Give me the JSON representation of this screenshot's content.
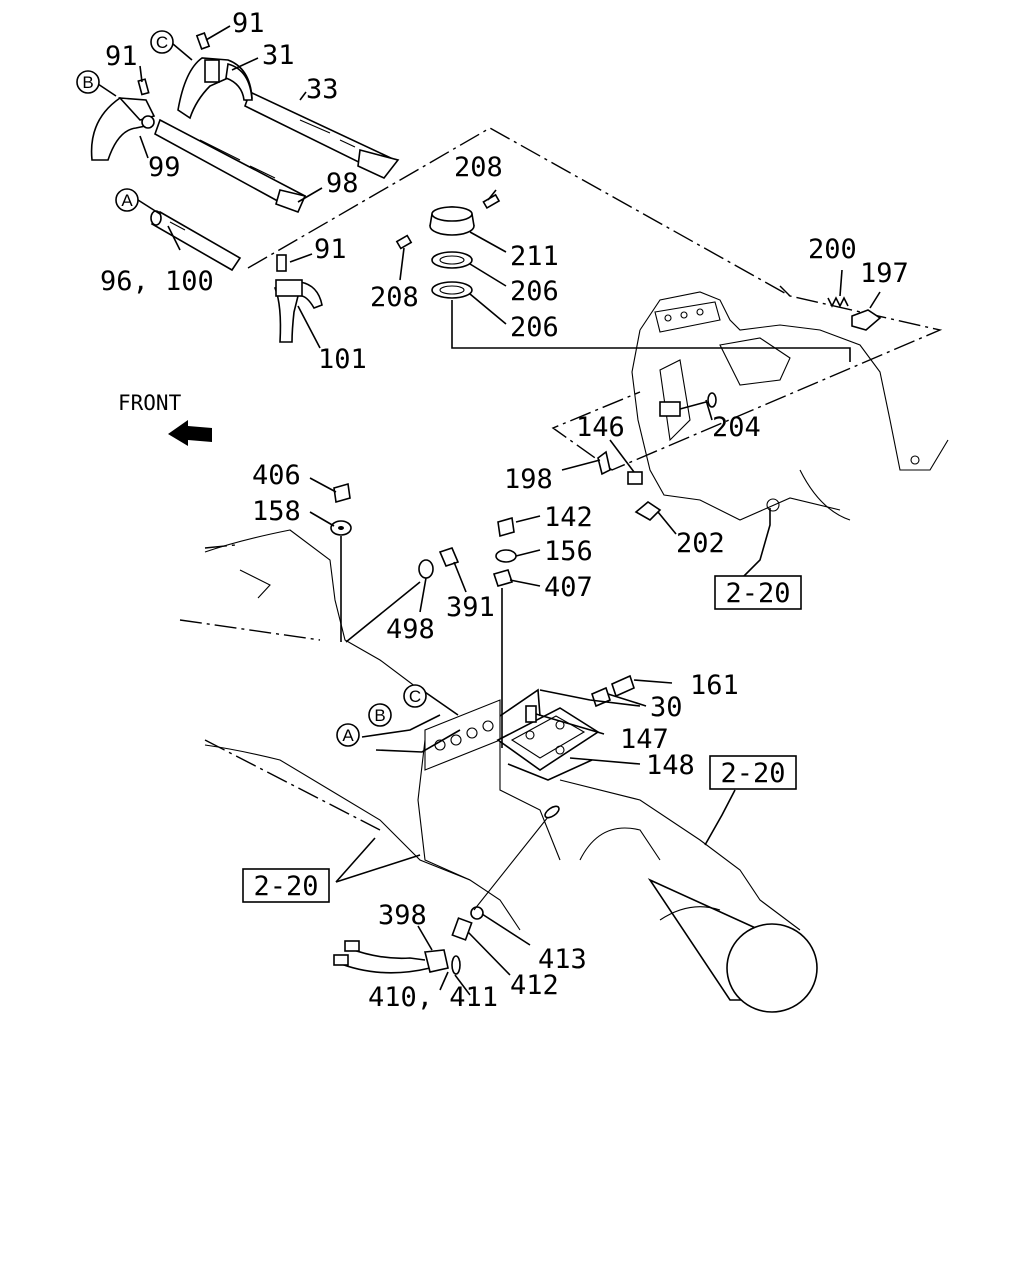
{
  "labels": {
    "l91a": "91",
    "l91b": "91",
    "l91c": "91",
    "l31": "31",
    "l33": "33",
    "l99": "99",
    "l98": "98",
    "l96_100": "96, 100",
    "l101": "101",
    "l208a": "208",
    "l208b": "208",
    "l211": "211",
    "l206a": "206",
    "l206b": "206",
    "l200": "200",
    "l197": "197",
    "l204": "204",
    "l146": "146",
    "l198": "198",
    "l202": "202",
    "l406": "406",
    "l158": "158",
    "l142": "142",
    "l156": "156",
    "l407": "407",
    "l498": "498",
    "l391": "391",
    "l161": "161",
    "l30": "30",
    "l147": "147",
    "l148": "148",
    "l398": "398",
    "l410_411": "410, 411",
    "l412": "412",
    "l413": "413"
  },
  "front_label": "FRONT",
  "circles": {
    "A": "A",
    "B": "B",
    "C": "C"
  },
  "refs": {
    "r1": "2-20",
    "r2": "2-20",
    "r3": "2-20"
  }
}
